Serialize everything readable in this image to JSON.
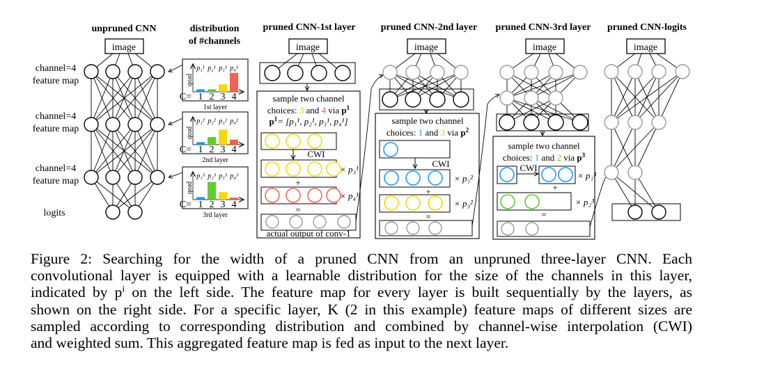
{
  "figure": {
    "columns": {
      "unpruned": {
        "title": "unpruned CNN",
        "input": "image",
        "feature_label": [
          "channel=4",
          "feature map"
        ],
        "output_label": "logits",
        "layers": [
          4,
          4,
          4,
          2
        ]
      },
      "distribution": {
        "title_line1": "distribution",
        "title_line2": "of #channels"
      },
      "layer1": {
        "title": "pruned CNN-1st layer",
        "input": "image",
        "sample_text": "sample two channel",
        "choices_prefix": "choices:",
        "choice_a": "3",
        "choice_and": "and",
        "choice_b": "4",
        "choice_via": "via",
        "p_symbol": "p",
        "p_sup": "1",
        "p_def": "= [p₁¹, p₂¹, p₃¹, p₄¹]",
        "cwi": "CWI",
        "plus": "+",
        "equals": "=",
        "weight_a": "× p₃¹",
        "weight_b": "× p₄¹",
        "output_caption": "actual output of conv-1"
      },
      "layer2": {
        "title": "pruned CNN-2nd layer",
        "input": "image",
        "sample_text": "sample two channel",
        "choices_prefix": "choices:",
        "choice_a": "1",
        "choice_and": "and",
        "choice_b": "3",
        "choice_via": "via",
        "p_symbol": "p",
        "p_sup": "2",
        "cwi": "CWI",
        "plus": "+",
        "equals": "=",
        "weight_a": "× p₁²",
        "weight_b": "× p₃²"
      },
      "layer3": {
        "title": "pruned CNN-3rd layer",
        "input": "image",
        "sample_text": "sample two channel",
        "choices_prefix": "choices:",
        "choice_a": "1",
        "choice_and": "and",
        "choice_b": "2",
        "choice_via": "via",
        "p_symbol": "p",
        "p_sup": "3",
        "cwi": "CWI",
        "plus": "+",
        "equals": "=",
        "weight_a": "× p₁³",
        "weight_b": "× p₂³"
      },
      "logits": {
        "title": "pruned CNN-logits",
        "input": "image"
      }
    },
    "colors": {
      "c1": "#1e9bf0",
      "c2": "#5fcf2e",
      "c3": "#f5d90a",
      "c4": "#f26152",
      "gray": "#999999",
      "ink": "#000000"
    }
  },
  "chart_data": [
    {
      "type": "bar",
      "title": "1st layer",
      "ylabel": "prob",
      "xlabel_prefix": "C=",
      "categories": [
        "1",
        "2",
        "3",
        "4"
      ],
      "series_labels": [
        "p₁¹",
        "p₂¹",
        "p₃¹",
        "p₄¹"
      ],
      "values": [
        0.1,
        0.1,
        0.3,
        0.75
      ]
    },
    {
      "type": "bar",
      "title": "2nd layer",
      "ylabel": "prob",
      "xlabel_prefix": "C=",
      "categories": [
        "1",
        "2",
        "3",
        "4"
      ],
      "series_labels": [
        "p₁²",
        "p₂²",
        "p₃²",
        "p₄²"
      ],
      "values": [
        0.1,
        0.3,
        0.6,
        0.2
      ]
    },
    {
      "type": "bar",
      "title": "3rd layer",
      "ylabel": "prob",
      "xlabel_prefix": "C=",
      "categories": [
        "1",
        "2",
        "3",
        "4"
      ],
      "series_labels": [
        "p₁³",
        "p₂³",
        "p₃³",
        "p₄³"
      ],
      "values": [
        0.1,
        0.7,
        0.3,
        0.08
      ]
    }
  ],
  "caption": {
    "lines": [
      "Figure 2: Searching for the width of a pruned CNN from an unpruned three-layer CNN. Each",
      "convolutional layer is equipped with a learnable distribution for the size of the channels in this layer,",
      "indicated by pⁱ on the left side. The feature map for every layer is built sequentially by the layers, as",
      "shown on the right side. For a specific layer, K (2 in this example) feature maps of different sizes are",
      "sampled according to corresponding distribution and combined by channel-wise interpolation (CWI)",
      "and weighted sum. This aggregated feature map is fed as input to the next layer."
    ]
  }
}
